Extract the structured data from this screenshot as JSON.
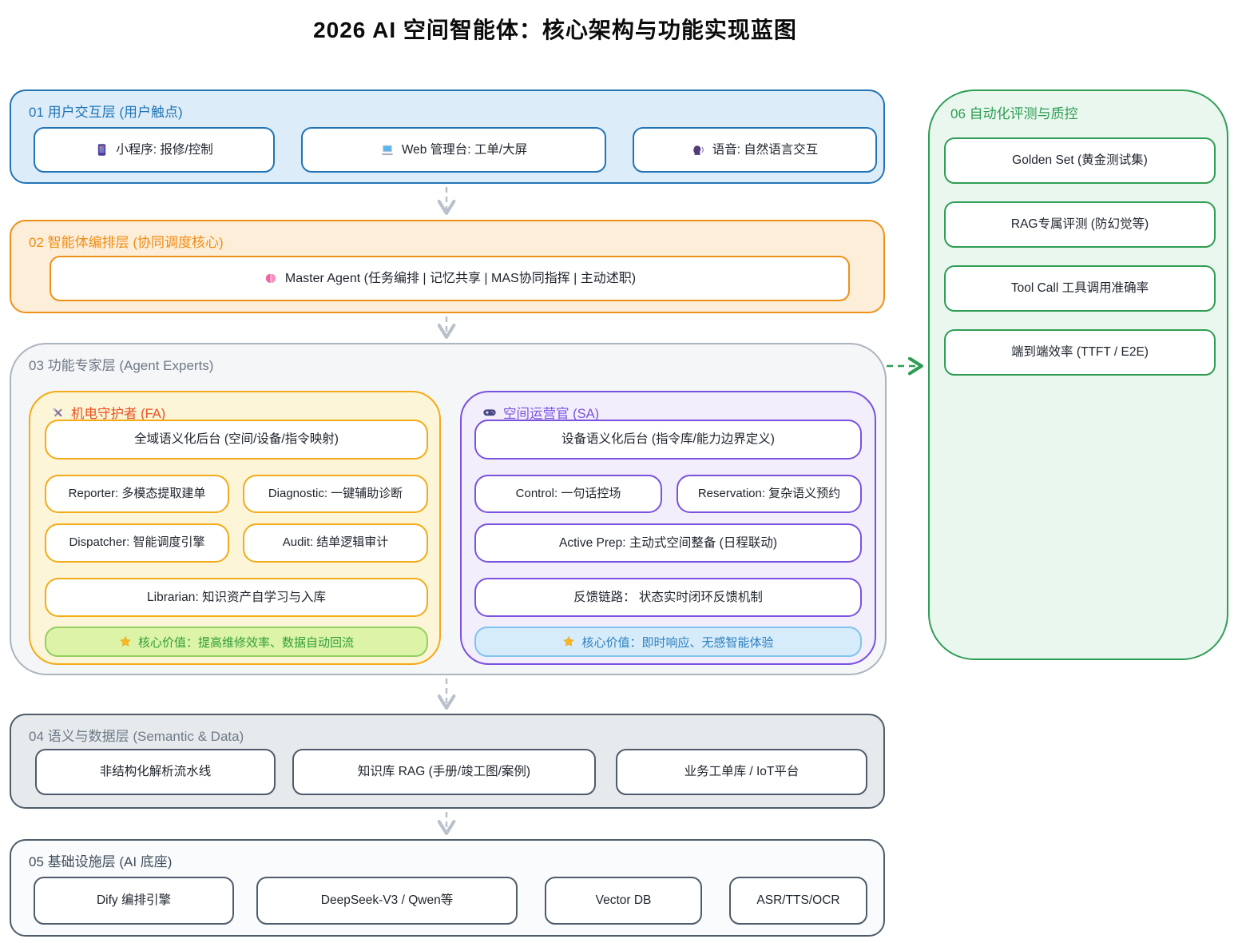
{
  "title": "2026 AI 空间智能体：核心架构与功能实现蓝图",
  "colors": {
    "interaction_accent": "#2274b5",
    "orchestration_accent": "#ef9118",
    "experts_border": "#abb4bf",
    "fa_border": "#f3ab18",
    "fa_title": "#e8511f",
    "sa_accent": "#7a52df",
    "fa_core_bg": "#ddf4a8",
    "fa_core_text": "#2f9e3a",
    "sa_core_bg": "#d7ecfa",
    "sa_core_text": "#2b7fc0",
    "data_accent": "#4e5c6b",
    "eval_accent": "#2f9e54",
    "flow_arrow": "#b8c1cb"
  },
  "layers": {
    "interaction": {
      "title": "01 用户交互层 (用户触点)",
      "items": [
        {
          "icon": "mobile-phone-icon",
          "label": "小程序: 报修/控制"
        },
        {
          "icon": "laptop-icon",
          "label": "Web 管理台: 工单/大屏"
        },
        {
          "icon": "speaking-head-icon",
          "label": "语音: 自然语言交互"
        }
      ]
    },
    "orchestration": {
      "title": "02 智能体编排层 (协同调度核心)",
      "master": {
        "icon": "brain-icon",
        "label": "Master Agent (任务编排 | 记忆共享 | MAS协同指挥 | 主动述职)"
      }
    },
    "experts": {
      "title": "03 功能专家层 (Agent Experts)",
      "fa": {
        "icon": "hammer-wrench-icon",
        "title": "机电守护者 (FA)",
        "backend": "全域语义化后台 (空间/设备/指令映射)",
        "modules": [
          "Reporter: 多模态提取建单",
          "Diagnostic: 一键辅助诊断",
          "Dispatcher: 智能调度引擎",
          "Audit: 结单逻辑审计"
        ],
        "librarian": "Librarian: 知识资产自学习与入库",
        "core_value": {
          "icon": "star-icon",
          "label": "核心价值：提高维修效率、数据自动回流"
        }
      },
      "sa": {
        "icon": "game-controller-icon",
        "title": "空间运营官 (SA)",
        "backend": "设备语义化后台 (指令库/能力边界定义)",
        "modules": [
          "Control: 一句话控场",
          "Reservation: 复杂语义预约"
        ],
        "active_prep": "Active Prep: 主动式空间整备 (日程联动)",
        "feedback": "反馈链路： 状态实时闭环反馈机制",
        "core_value": {
          "icon": "star-icon",
          "label": "核心价值：即时响应、无感智能体验"
        }
      }
    },
    "semantic_data": {
      "title": "04 语义与数据层 (Semantic & Data)",
      "items": [
        "非结构化解析流水线",
        "知识库 RAG (手册/竣工图/案例)",
        "业务工单库 / IoT平台"
      ]
    },
    "infrastructure": {
      "title": "05 基础设施层 (AI 底座)",
      "items": [
        "Dify 编排引擎",
        "DeepSeek-V3 / Qwen等",
        "Vector DB",
        "ASR/TTS/OCR"
      ]
    },
    "evaluation": {
      "title": "06 自动化评测与质控",
      "items": [
        "Golden Set (黄金测试集)",
        "RAG专属评测 (防幻觉等)",
        "Tool Call 工具调用准确率",
        "端到端效率 (TTFT / E2E)"
      ]
    }
  }
}
